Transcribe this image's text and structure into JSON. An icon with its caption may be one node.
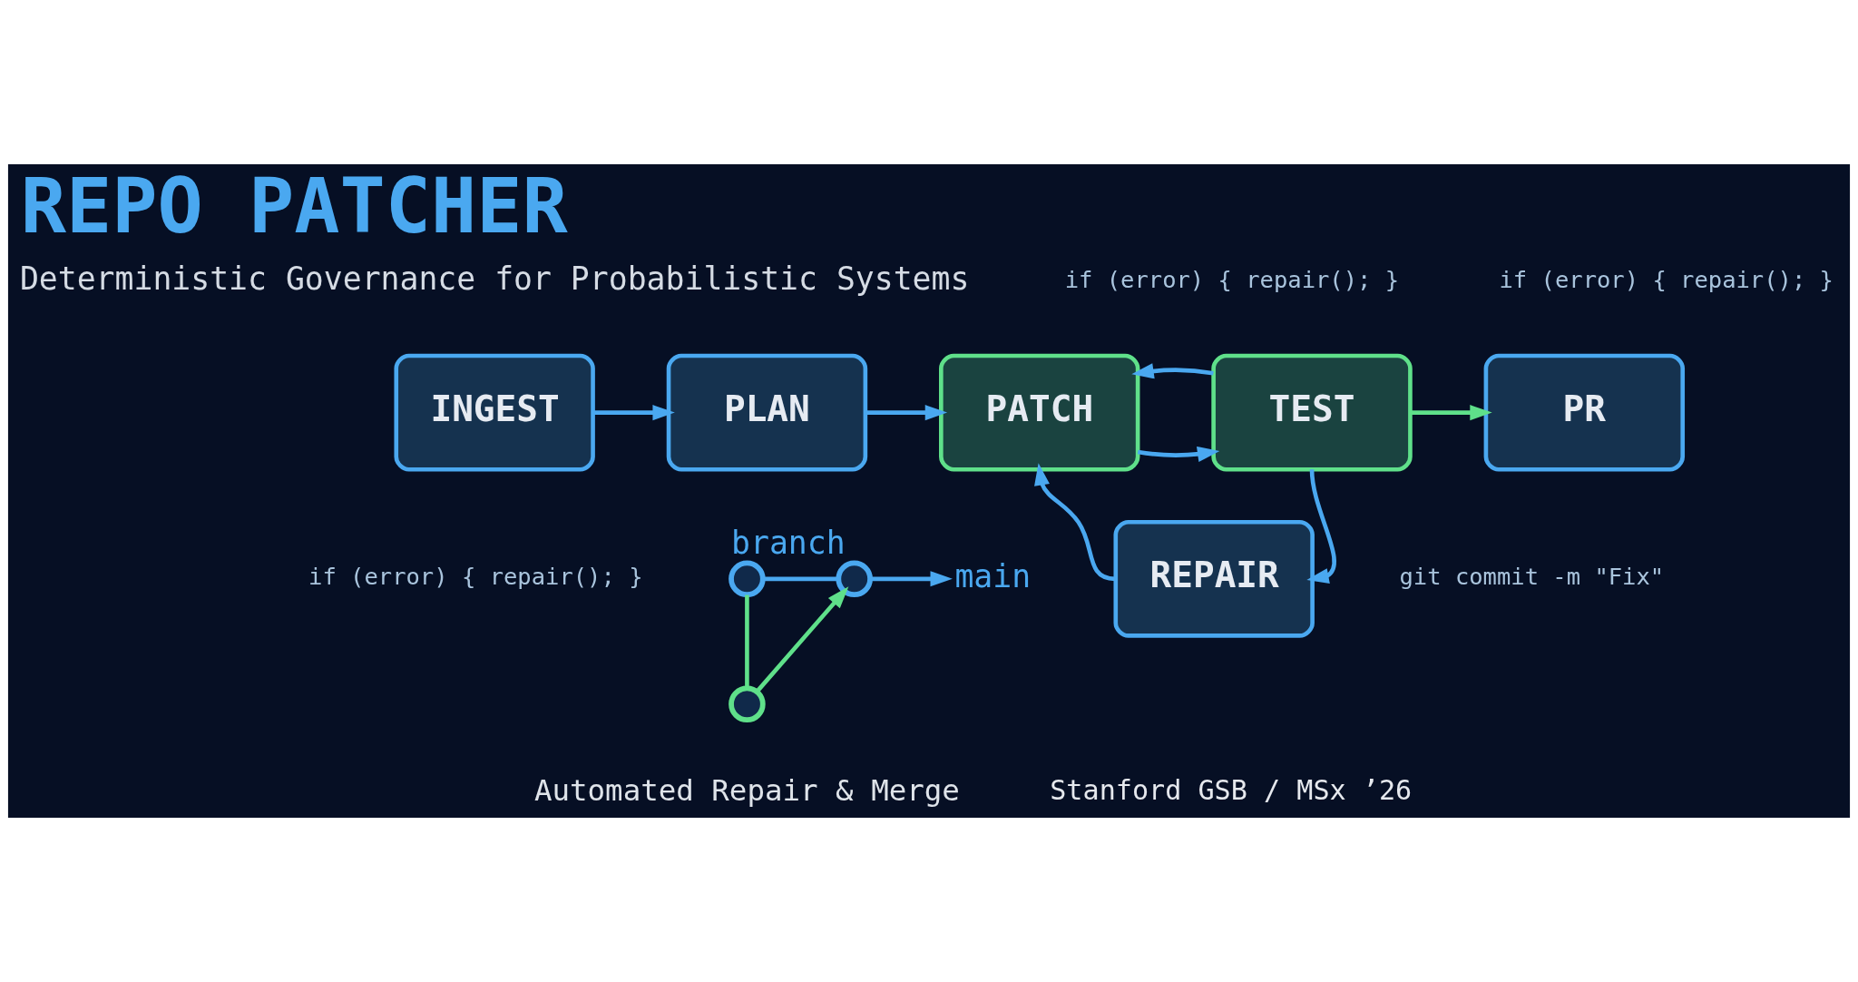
{
  "diagram": {
    "title": "REPO PATCHER",
    "nodes": [
      {
        "text": [
          "INGEST"
        ]
      },
      {
        "text": [
          "PLAN"
        ]
      },
      {
        "text": [
          "PATCH"
        ]
      },
      {
        "text": [
          "TEST"
        ]
      },
      {
        "text": [
          "PR"
        ]
      },
      {
        "text": [
          "REPAIR"
        ]
      },
      {
        "text": [],
        "shape": "circle",
        "beside": [
          "branch"
        ]
      },
      {
        "text": [],
        "shape": "circle"
      },
      {
        "text": [],
        "shape": "circle"
      },
      {
        "text": [
          "main"
        ]
      }
    ],
    "edges": [
      {
        "from": 0,
        "to": 1,
        "arrow": "to"
      },
      {
        "from": 1,
        "to": 2,
        "arrow": "to"
      },
      {
        "from": 2,
        "to": 3,
        "arrow": "to"
      },
      {
        "from": 3,
        "to": 4,
        "arrow": "to",
        "color": "#5fe08a"
      },
      {
        "from": 3,
        "to": 2,
        "arrow": "to"
      },
      {
        "from": 3,
        "to": 5,
        "arrow": "to"
      },
      {
        "from": 5,
        "to": 2,
        "arrow": "to"
      },
      {
        "from": 6,
        "to": 8,
        "arrow": "none"
      },
      {
        "from": 6,
        "to": 7,
        "arrow": "none",
        "color": "#5fe08a"
      },
      {
        "from": 7,
        "to": 8,
        "arrow": "to",
        "color": "#5fe08a"
      },
      {
        "from": 8,
        "to": 9,
        "arrow": "to"
      }
    ],
    "labels": [
      "Deterministic Governance for Probabilistic Systems",
      "if (error) { repair(); }",
      "if (error) { repair(); }",
      "if (error) { repair(); }",
      "git commit -m \"Fix\"",
      "Automated Repair & Merge",
      "Stanford GSB / MSx ’26"
    ]
  }
}
